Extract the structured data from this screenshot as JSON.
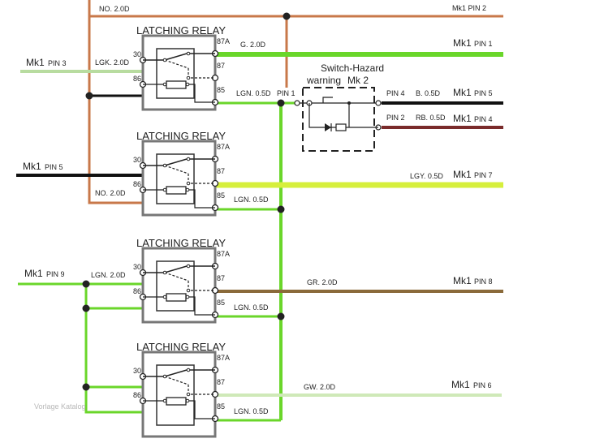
{
  "relay_title": "LATCHING RELAY",
  "relay_pins": {
    "p87a": "87A",
    "p87": "87",
    "p30": "30",
    "p86": "86",
    "p85": "85"
  },
  "top_wire_label": "NO. 2.0D",
  "top_right_label": "Mk1 PIN 2",
  "relay1": {
    "in_mk": "Mk1",
    "in_pin": "PIN 3",
    "in_wire": "LGK. 2.0D",
    "w87a": "G. 2.0D",
    "out87a_mk": "Mk1",
    "out87a_pin": "PIN 1",
    "w85": "LGN. 0.5D",
    "pin1": "PIN 1"
  },
  "switch": {
    "title": "Switch-Hazard",
    "sub": "warning",
    "mk": "Mk 2"
  },
  "pin4": {
    "pin": "PIN 4",
    "wire": "B. 0.5D",
    "mk": "Mk1",
    "mkpin": "PIN 5"
  },
  "pin2": {
    "pin": "PIN 2",
    "wire": "RB. 0.5D",
    "mk": "Mk1",
    "mkpin": "PIN 4"
  },
  "relay2": {
    "in_mk": "Mk1",
    "in_pin": "PIN 5",
    "w87": "LGY. 0.5D",
    "out_mk": "Mk1",
    "out_pin": "PIN 7",
    "w86": "NO. 2.0D",
    "w85": "LGN. 0.5D"
  },
  "relay3": {
    "in_mk": "Mk1",
    "in_pin": "PIN 9",
    "in_wire": "LGN. 2.0D",
    "w87": "GR. 2.0D",
    "out_mk": "Mk1",
    "out_pin": "PIN 8",
    "w85": "LGN. 0.5D"
  },
  "relay4": {
    "w87": "GW. 2.0D",
    "out_mk": "Mk1",
    "out_pin": "PIN 6",
    "w85": "LGN. 0.5D"
  },
  "watermark": "Vorlage Katalog",
  "colors": {
    "orange": "#c8784a",
    "green": "#6ad62a",
    "light_green": "#a9d88a",
    "light_green2": "#cfe9b8",
    "black": "#111111",
    "brown": "#8a6a3a",
    "dark_red": "#7a2b2b",
    "yellow_green": "#d6ef3c",
    "relay_box": "#666666"
  }
}
